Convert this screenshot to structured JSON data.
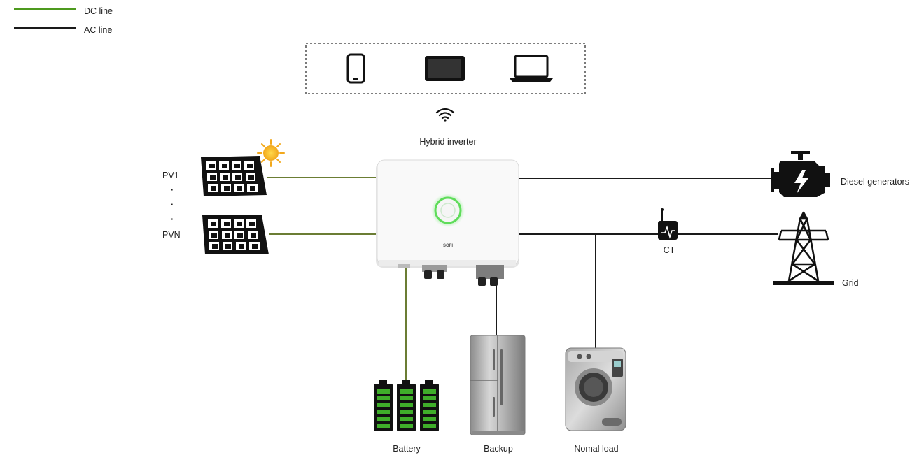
{
  "legend": {
    "dc_label": "DC line",
    "ac_label": "AC line"
  },
  "labels": {
    "inverter": "Hybrid inverter",
    "pv1": "PV1",
    "dots": "·",
    "pvn": "PVN",
    "diesel": "Diesel generators",
    "ct": "CT",
    "grid": "Grid",
    "battery": "Battery",
    "backup": "Backup",
    "normal_load": "Nomal load",
    "inverter_brand": "SOFI"
  },
  "devices": {
    "icons": [
      "smartphone-icon",
      "tablet-icon",
      "laptop-icon"
    ]
  },
  "colors": {
    "dc_line": "#4e9a1e",
    "ac_line": "#1a1a1a",
    "battery_fill": "#3fae2a",
    "inverter_ring": "#5fdc5a"
  },
  "battery": {
    "cells": 3,
    "charge_segments": 6
  }
}
